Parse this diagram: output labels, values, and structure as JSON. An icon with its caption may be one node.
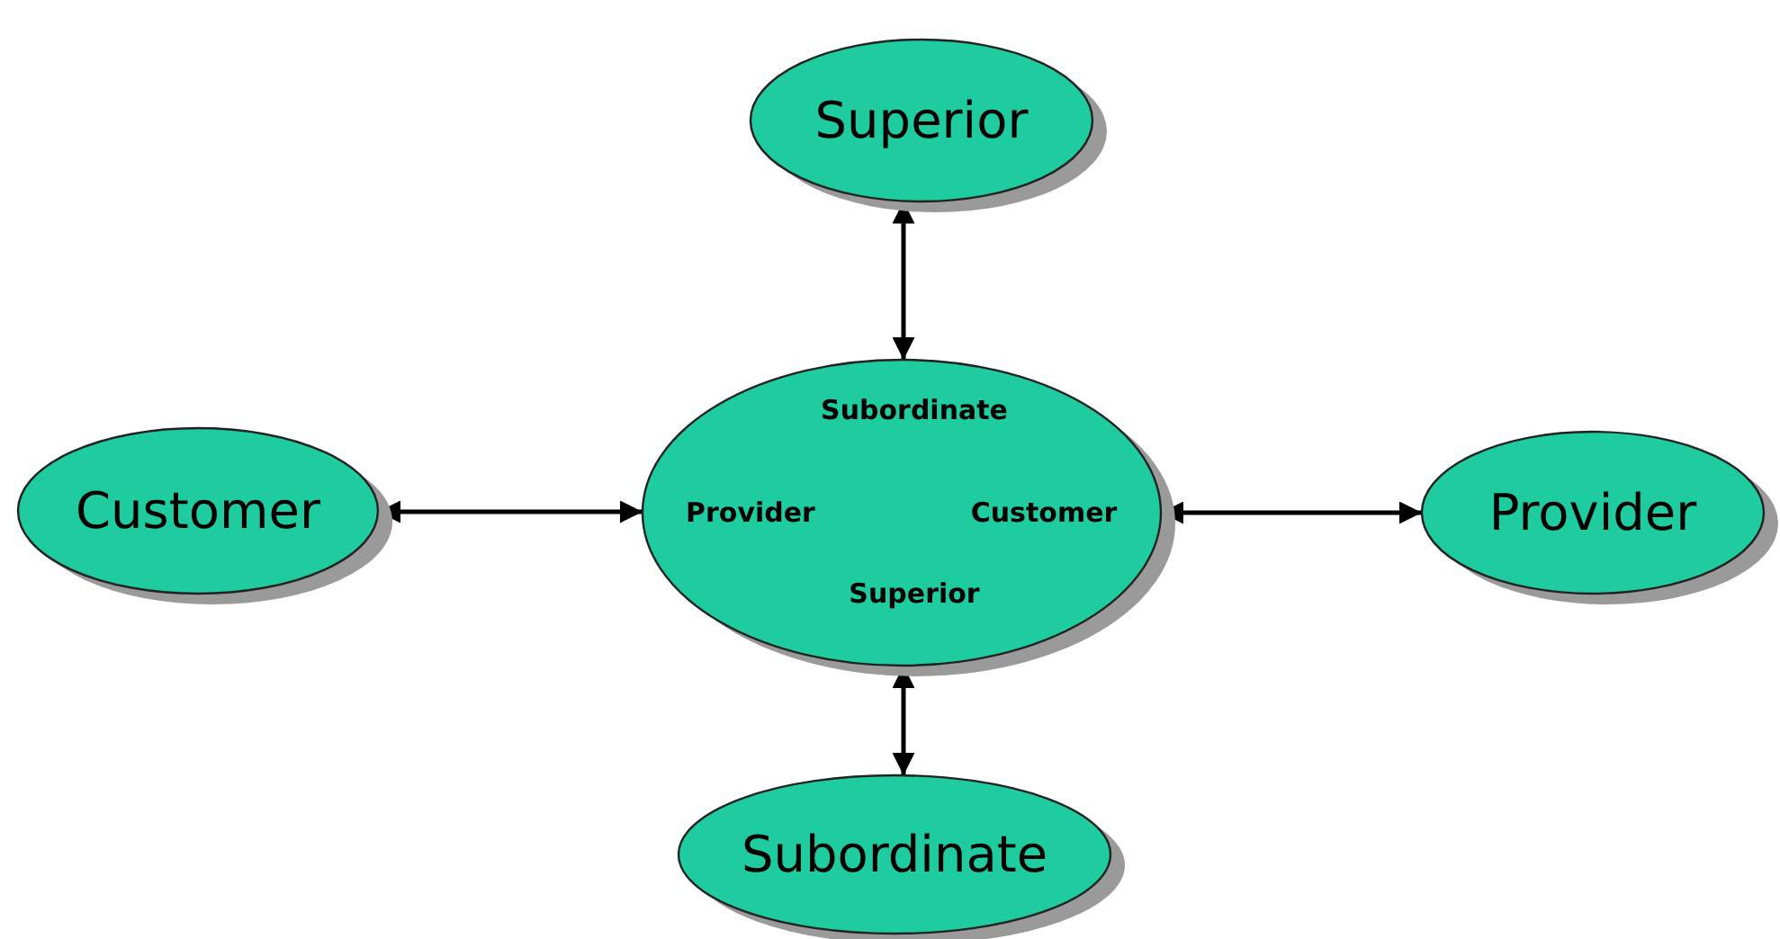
{
  "diagram": {
    "nodes": [
      {
        "text": [
          "Superior"
        ]
      },
      {
        "text": [
          "Customer"
        ]
      },
      {
        "text": [
          "Subordinate",
          "Provider",
          "Customer",
          "Superior"
        ]
      },
      {
        "text": [
          "Provider"
        ]
      },
      {
        "text": [
          "Subordinate"
        ]
      }
    ],
    "edges": [
      {
        "from": 0,
        "to": 2,
        "arrow": "both"
      },
      {
        "from": 1,
        "to": 2,
        "arrow": "both"
      },
      {
        "from": 2,
        "to": 3,
        "arrow": "both"
      },
      {
        "from": 2,
        "to": 4,
        "arrow": "both"
      }
    ]
  }
}
